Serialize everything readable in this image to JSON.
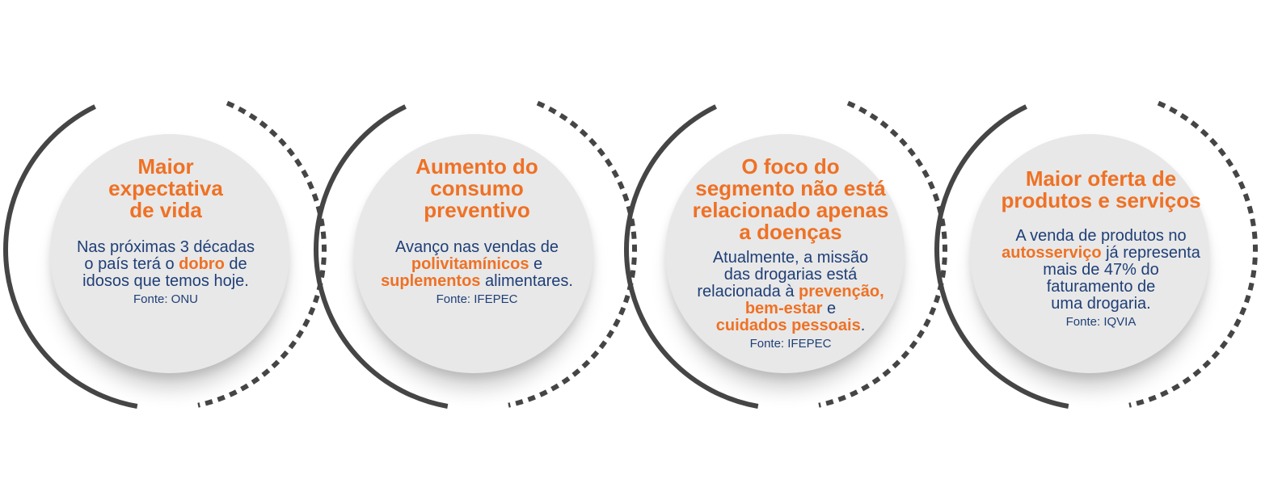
{
  "colors": {
    "accent": "#ef7124",
    "text": "#1f3f77",
    "ring": "#454545",
    "disc": "#e8e8e8"
  },
  "steps": [
    {
      "title": "Maior expectativa de vida",
      "title_lines": [
        "Maior",
        "expectativa",
        "de vida"
      ],
      "body_lines": [
        [
          {
            "t": "Nas próximas 3 décadas"
          }
        ],
        [
          {
            "t": "o país terá o "
          },
          {
            "t": "dobro",
            "hl": true
          },
          {
            "t": " de"
          }
        ],
        [
          {
            "t": "idosos que temos hoje."
          }
        ]
      ],
      "source": "Fonte: ONU"
    },
    {
      "title": "Aumento do consumo preventivo",
      "title_lines": [
        "Aumento do",
        "consumo",
        "preventivo"
      ],
      "body_lines": [
        [
          {
            "t": "Avanço nas vendas de"
          }
        ],
        [
          {
            "t": "polivitamínicos",
            "hl": true
          },
          {
            "t": " e"
          }
        ],
        [
          {
            "t": "suplementos",
            "hl": true
          },
          {
            "t": " alimentares."
          }
        ]
      ],
      "source": "Fonte: IFEPEC"
    },
    {
      "title": "O foco do segmento não está relacionado apenas a doenças",
      "title_lines": [
        "O foco do",
        "segmento não está",
        "relacionado apenas",
        "a doenças"
      ],
      "body_lines": [
        [
          {
            "t": "Atualmente, a missão"
          }
        ],
        [
          {
            "t": "das drogarias está"
          }
        ],
        [
          {
            "t": "relacionada à "
          },
          {
            "t": "prevenção,",
            "hl": true
          }
        ],
        [
          {
            "t": "bem-estar",
            "hl": true
          },
          {
            "t": " e"
          }
        ],
        [
          {
            "t": "cuidados pessoais",
            "hl": true
          },
          {
            "t": "."
          }
        ]
      ],
      "source": "Fonte: IFEPEC"
    },
    {
      "title": "Maior oferta de produtos e serviços",
      "title_lines": [
        "Maior oferta de",
        "produtos e serviços"
      ],
      "body_lines": [
        [
          {
            "t": "A venda de produtos no"
          }
        ],
        [
          {
            "t": "autosserviço",
            "hl": true
          },
          {
            "t": " já representa"
          }
        ],
        [
          {
            "t": "mais de 47% do"
          }
        ],
        [
          {
            "t": "faturamento de"
          }
        ],
        [
          {
            "t": "uma drogaria."
          }
        ]
      ],
      "source": "Fonte: IQVIA"
    }
  ]
}
